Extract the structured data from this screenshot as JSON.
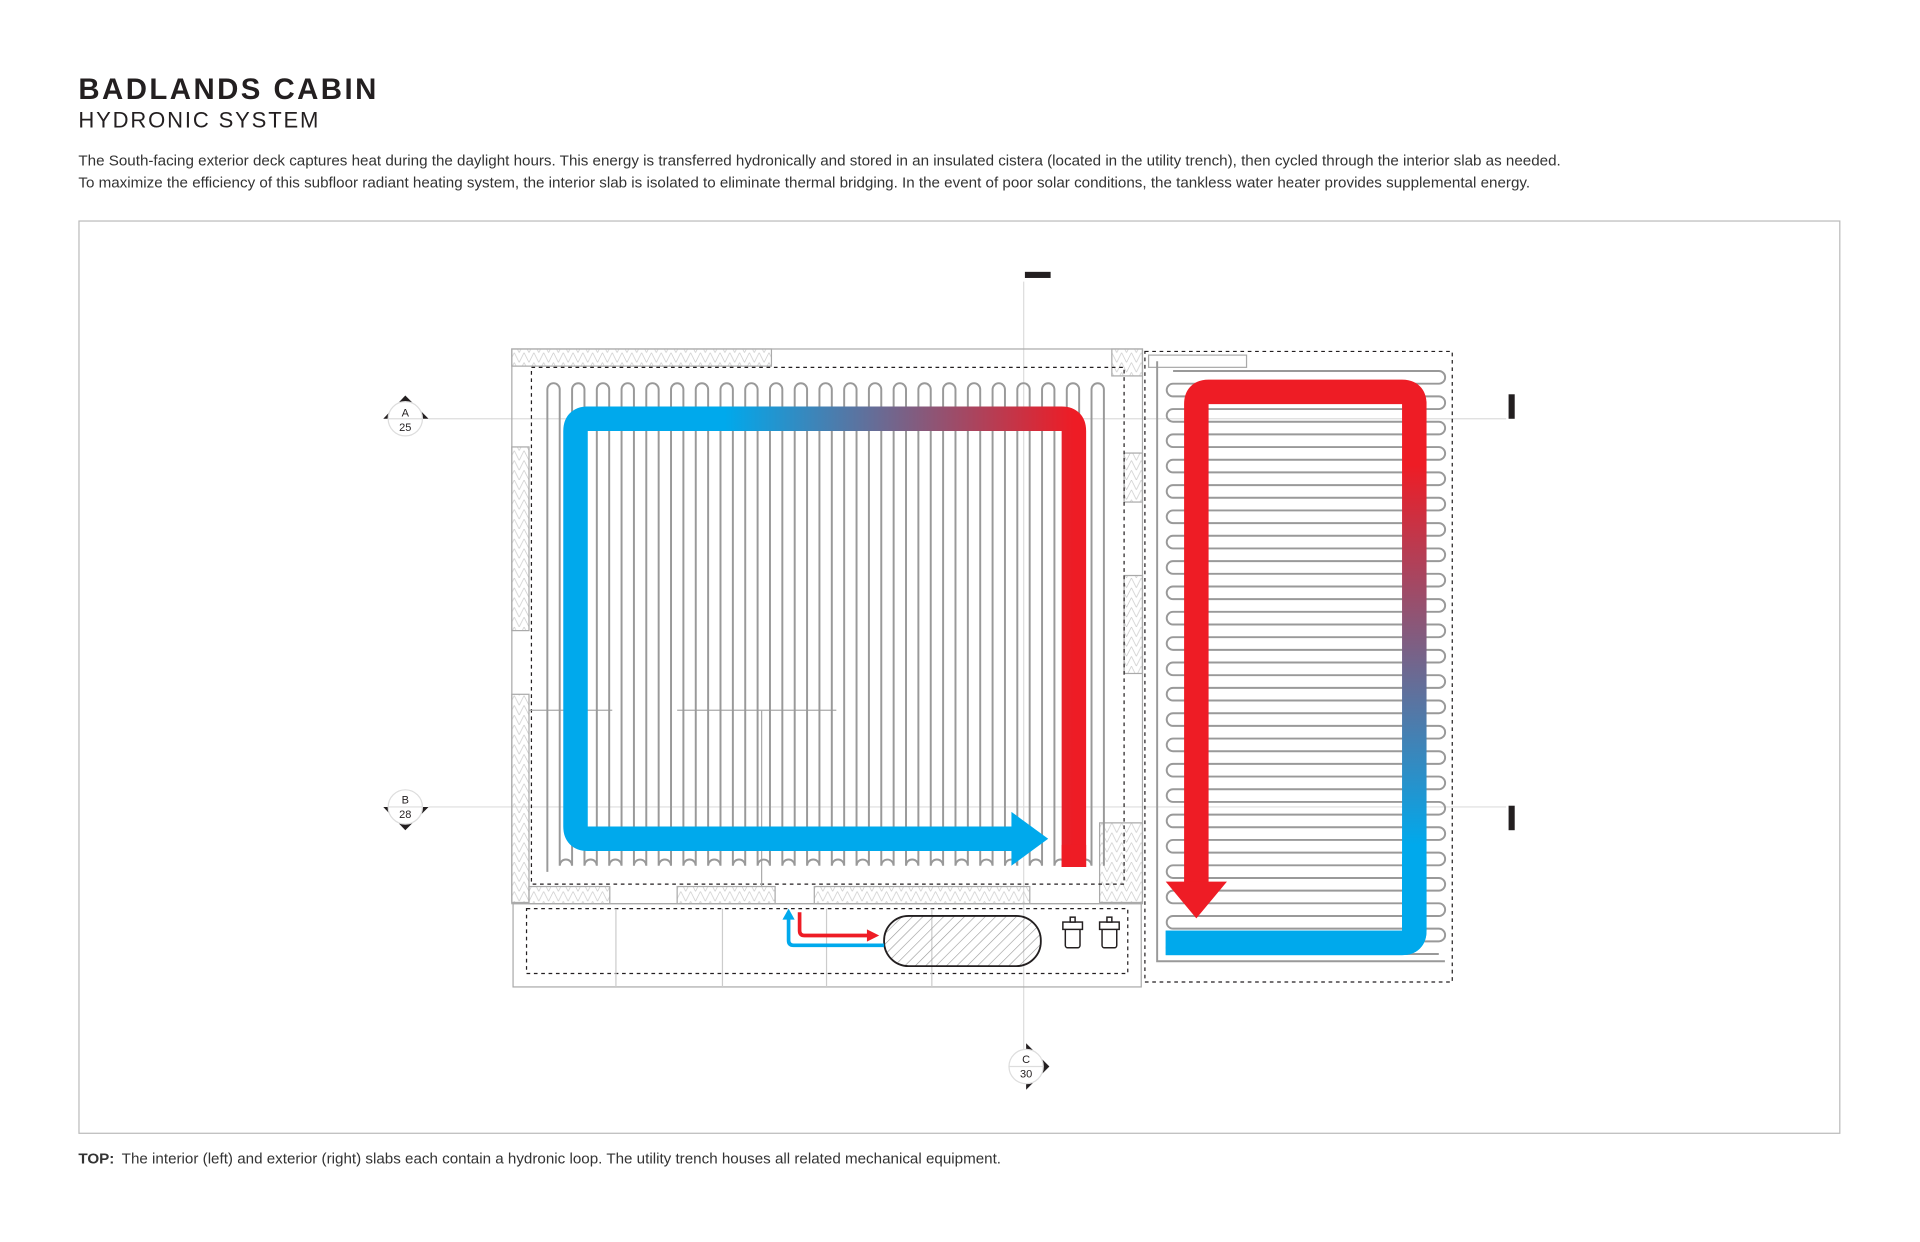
{
  "header": {
    "title": "BADLANDS CABIN",
    "subtitle": "HYDRONIC SYSTEM",
    "description_lines": [
      "The South-facing exterior deck captures heat during the daylight hours. This energy is transferred hydronically and stored in an insulated cistera (located in the utility trench), then cycled through the interior slab as needed.",
      "To maximize the efficiency of this subfloor radiant heating system, the interior slab is isolated to eliminate thermal bridging. In the event of poor solar conditions, the tankless water heater provides supplemental energy."
    ]
  },
  "section_markers": [
    {
      "letter": "A",
      "sheet": "25"
    },
    {
      "letter": "B",
      "sheet": "28"
    },
    {
      "letter": "C",
      "sheet": "30"
    }
  ],
  "colors": {
    "hot": "#ee1c25",
    "cold": "#00a9ec",
    "line": "#999999",
    "ink": "#231f20"
  },
  "caption": {
    "label": "TOP:",
    "text": "The interior (left) and exterior (right) slabs each contain a hydronic loop. The utility trench houses all related mechanical equipment."
  }
}
